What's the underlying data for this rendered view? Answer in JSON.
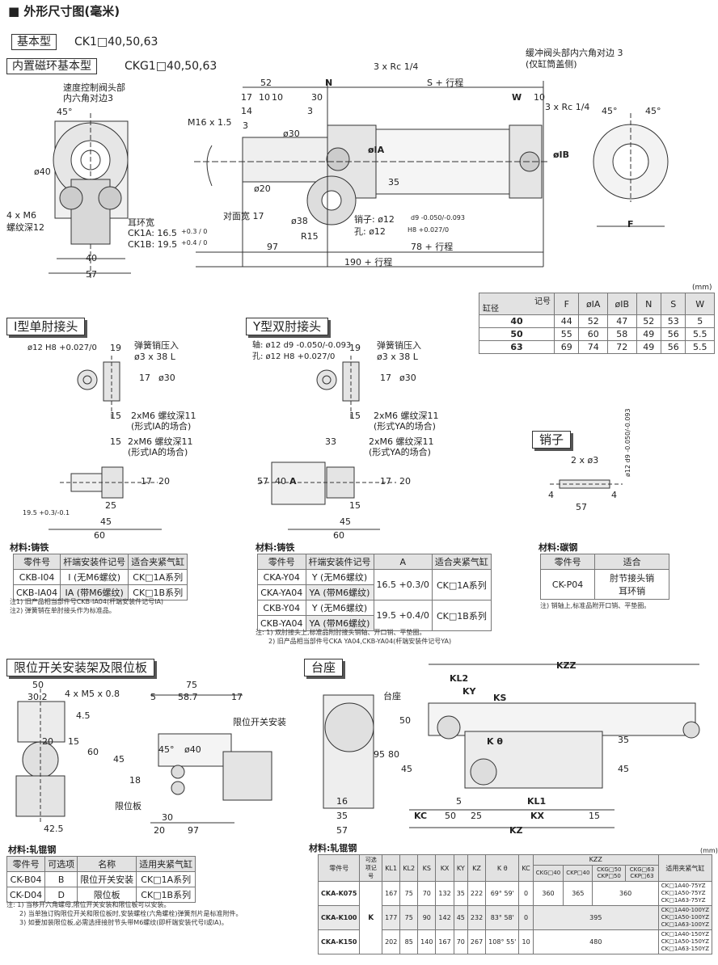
{
  "header": {
    "title": "■ 外形尺寸图(毫米)"
  },
  "types": [
    {
      "label": "基本型",
      "models": "CK1□40,50,63"
    },
    {
      "label": "内置磁环基本型",
      "models": "CKG1□40,50,63"
    }
  ],
  "main_drawing": {
    "speed_valve": "速度控制阀头部",
    "hex_3": "内六角对边3",
    "a45": "45°",
    "d40": "ø40",
    "m6": "4 x M6",
    "thread12": "螺纹深12",
    "ear_width": "耳环宽",
    "ck1a": "CK1A: 16.5",
    "ck1a_tol": "+0.3 / 0",
    "ck1b": "CK1B: 19.5",
    "ck1b_tol": "+0.4 / 0",
    "d40b": "40",
    "d57": "57",
    "d52": "52",
    "dN": "N",
    "dS": "S + 行程",
    "rc1": "3 x Rc 1/4",
    "rc2": "3 x Rc 1/4",
    "dW": "W",
    "d10a": "10",
    "d17": "17",
    "d10b": "10",
    "d10c": "10",
    "d14": "14",
    "d30": "30",
    "d3a": "3",
    "d3b": "3",
    "m16": "M16 x 1.5",
    "d30v": "ø30",
    "d20v": "ø20",
    "flat17": "对面宽  17",
    "d38": "ø38",
    "r15": "R15",
    "dIA": "øIA",
    "dIB": "øIB",
    "d35": "35",
    "pin": "销子: ø12",
    "pin_tol": "d9 -0.050/-0.093",
    "hole": "孔: ø12",
    "hole_tol": "H8 +0.027/0",
    "d97": "97",
    "d78": "78 + 行程",
    "d190": "190 + 行程",
    "cushion": "缓冲阀头部内六角对边 3",
    "cushion2": "(仅缸筒盖侧)",
    "a45b": "45°",
    "a45c": "45°",
    "dF": "F"
  },
  "dim_table": {
    "unit": "(mm)",
    "corner_top": "记号",
    "corner_bottom": "缸径",
    "headers": [
      "F",
      "øIA",
      "øIB",
      "N",
      "S",
      "W"
    ],
    "rows": [
      {
        "bore": "40",
        "cells": [
          "44",
          "52",
          "47",
          "52",
          "53",
          "5"
        ]
      },
      {
        "bore": "50",
        "cells": [
          "55",
          "60",
          "58",
          "49",
          "56",
          "5.5"
        ]
      },
      {
        "bore": "63",
        "cells": [
          "69",
          "74",
          "72",
          "49",
          "56",
          "5.5"
        ]
      }
    ]
  },
  "i_joint": {
    "title": "I型单肘接头",
    "d12": "ø12 H8 +0.027/0",
    "d19": "19",
    "spring": "弹簧销压入",
    "spring2": "ø3 x 38 L",
    "d17": "17",
    "d30": "ø30",
    "d15": "15",
    "m6": "2xM6 螺纹深11",
    "m6b": "(形式IA的场合)",
    "m6c": "2xM6 螺纹深11",
    "m6d": "(形式IA的场合)",
    "d15b": "15",
    "d17b": "17",
    "d20": "20",
    "d25": "25",
    "d195": "19.5 +0.3/-0.1",
    "d45": "45",
    "d60": "60",
    "material": "材料:铸铁",
    "table_headers": [
      "零件号",
      "杆端安装件记号",
      "适合夹紧气缸"
    ],
    "rows": [
      {
        "part": "CKB-I04",
        "mark": "I (无M6螺纹)",
        "fit": "CK□1A系列"
      },
      {
        "part": "CKB-IA04",
        "mark": "IA (带M6螺纹)",
        "fit": "CK□1B系列"
      }
    ],
    "notes": [
      "注1) 旧产品相当部件号CKB-IA04(杆端安装件记号IA)",
      "注2) 弹簧销在单肘接头作为标准品。"
    ]
  },
  "y_joint": {
    "title": "Y型双肘接头",
    "shaft": "轴: ø12 d9 -0.050/-0.093",
    "hole": "孔: ø12 H8 +0.027/0",
    "d19": "19",
    "spring": "弹簧销压入",
    "spring2": "ø3 x 38 L",
    "d17": "17",
    "d30": "ø30",
    "d15": "15",
    "m6": "2xM6 螺纹深11",
    "m6b": "(形式YA的场合)",
    "d33": "33",
    "m6c": "2xM6 螺纹深11",
    "m6d": "(形式YA的场合)",
    "d57": "57",
    "d40": "40",
    "dA": "A",
    "d17b": "17",
    "d20": "20",
    "d15b": "15",
    "d45": "45",
    "d60": "60",
    "material": "材料:铸铁",
    "table_headers": [
      "零件号",
      "杆端安装件记号",
      "A",
      "适合夹紧气缸"
    ],
    "rows": [
      {
        "part": "CKA-Y04",
        "mark": "Y (无M6螺纹)"
      },
      {
        "part": "CKA-YA04",
        "mark": "YA (带M6螺纹)"
      },
      {
        "part": "CKB-Y04",
        "mark": "Y (无M6螺纹)"
      },
      {
        "part": "CKB-YA04",
        "mark": "YA (带M6螺纹)"
      }
    ],
    "a1": "16.5 +0.3/0",
    "a2": "19.5 +0.4/0",
    "fit1": "CK□1A系列",
    "fit2": "CK□1B系列",
    "notes": [
      "注: 1) 双肘接头上,标准品附肘接头销轴、开口销、平垫圈。",
      "2) 旧产品相当部件号CKA YA04,CKB-YA04(杆端安装件记号YA)"
    ]
  },
  "pin": {
    "title": "销子",
    "d3": "2 x ø3",
    "d12": "ø12 d9 -0.050/-0.093",
    "d4a": "4",
    "d4b": "4",
    "d57": "57",
    "material": "材料:碳钢",
    "table_headers": [
      "零件号",
      "适合"
    ],
    "part": "CK-P04",
    "fit": "肘节接头销",
    "fit2": "耳环销",
    "note": "注) 销轴上,标准品附开口销、平垫圈。"
  },
  "limit": {
    "title": "限位开关安装架及限位板",
    "d50": "50",
    "d302": "30.2",
    "m5": "4 x M5 x 0.8",
    "d45v": "4.5",
    "d20": "20",
    "d15": "15",
    "d60": "60",
    "d425": "42.5",
    "d75": "75",
    "d5": "5",
    "d587": "58.7",
    "d17": "17",
    "switch": "限位开关安装",
    "a45": "45°",
    "d40": "ø40",
    "d45": "45",
    "d18": "18",
    "plate": "限位板",
    "d30": "30",
    "d20b": "20",
    "d97": "97",
    "material": "材料:轧锟钢",
    "table_headers": [
      "零件号",
      "可选项",
      "名称",
      "适用夹紧气缸"
    ],
    "rows": [
      {
        "part": "CK-B04",
        "opt": "B",
        "name": "限位开关安装",
        "fit": "CK□1A系列"
      },
      {
        "part": "CK-D04",
        "opt": "D",
        "name": "限位板",
        "fit": "CK□1B系列"
      }
    ],
    "notes": [
      "注: 1) 当移开六角螺母,限位开关安装和限位板可以安装。",
      "2) 当单独订购限位开关和限位板时,安装螺栓(六角螺栓)弹簧剂片是标准附件。",
      "3) 如要加装限位板,必需选择接肘节头带M6螺纹(即杆端安装代号I或IA)。"
    ]
  },
  "base": {
    "title": "台座",
    "kzz": "KZZ",
    "kl2": "KL2",
    "ky": "KY",
    "ks": "KS",
    "label": "台座",
    "k0": "K θ",
    "d50": "50",
    "d95": "95",
    "d80": "80",
    "d45": "45",
    "d35": "35",
    "d45b": "45",
    "d5": "5",
    "kl1": "KL1",
    "kc": "KC",
    "d50b": "50",
    "d25": "25",
    "kx": "KX",
    "d15": "15",
    "kz": "KZ",
    "d16": "16",
    "d35b": "35",
    "d57": "57",
    "material": "材料:轧锟钢",
    "unit": "(mm)",
    "head1": [
      "零件号",
      "可选项记号",
      "KL1",
      "KL2",
      "KS",
      "KX",
      "KY",
      "KZ",
      "K θ",
      "KC",
      "KZZ",
      "适用夹紧气缸"
    ],
    "kzz_sub": [
      "CKG□40",
      "CKP□40",
      "CKG□50 CKP□50",
      "CKG□63 CKP□63"
    ],
    "opt": "K",
    "rows": [
      {
        "part": "CKA-K075",
        "v": [
          "167",
          "75",
          "70",
          "132",
          "35",
          "222",
          "69° 59'",
          "0"
        ],
        "kzz": [
          "360",
          "365",
          "360"
        ],
        "fit": [
          "CK□1A40-75YZ",
          "CK□1A50-75YZ",
          "CK□1A63-75YZ"
        ]
      },
      {
        "part": "CKA-K100",
        "v": [
          "177",
          "75",
          "90",
          "142",
          "45",
          "232",
          "83° 58'",
          "0"
        ],
        "kzz": [
          "395"
        ],
        "fit": [
          "CK□1A40-100YZ",
          "CK□1A50-100YZ",
          "CK□1A63-100YZ"
        ]
      },
      {
        "part": "CKA-K150",
        "v": [
          "202",
          "85",
          "140",
          "167",
          "70",
          "267",
          "108° 55'",
          "10"
        ],
        "kzz": [
          "480"
        ],
        "fit": [
          "CK□1A40-150YZ",
          "CK□1A50-150YZ",
          "CK□1A63-150YZ"
        ]
      }
    ]
  }
}
